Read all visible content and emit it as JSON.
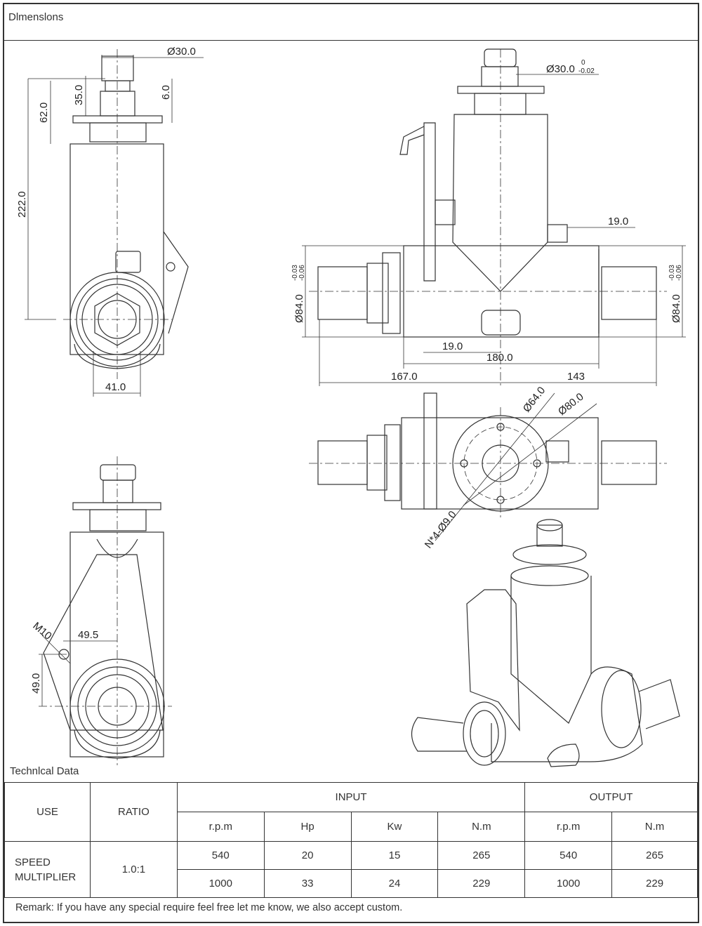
{
  "header": {
    "title": "Dlmenslons"
  },
  "dimensions": {
    "side_top_dia": "Ø30.0",
    "side_35": "35.0",
    "side_6": "6.0",
    "side_62": "62.0",
    "side_222": "222.0",
    "side_41": "41.0",
    "front_dia30": "Ø30.0",
    "front_dia30_tol_upper": "0",
    "front_dia30_tol_lower": "-0.02",
    "front_19_top": "19.0",
    "front_dia84_left": "Ø84.0",
    "front_dia84_right": "Ø84.0",
    "tol_upper": "-0.03",
    "tol_lower": "-0.06",
    "front_19_bottom": "19.0",
    "front_180": "180.0",
    "front_167": "167.0",
    "front_143": "143",
    "top_dia64": "Ø64.0",
    "top_dia80": "Ø80.0",
    "top_holes": "N*4-Ø9.0",
    "rear_m10": "M10",
    "rear_49_5": "49.5",
    "rear_49": "49.0"
  },
  "technical": {
    "title": "Technlcal Data",
    "headers": {
      "use": "USE",
      "ratio": "RATIO",
      "input": "INPUT",
      "output": "OUTPUT",
      "input_cols": [
        "r.p.m",
        "Hp",
        "Kw",
        "N.m"
      ],
      "output_cols": [
        "r.p.m",
        "N.m"
      ]
    },
    "use_value_line1": "SPEED",
    "use_value_line2": "MULTIPLIER",
    "ratio_value": "1.0:1",
    "rows": [
      {
        "in_rpm": "540",
        "hp": "20",
        "kw": "15",
        "in_nm": "265",
        "out_rpm": "540",
        "out_nm": "265"
      },
      {
        "in_rpm": "1000",
        "hp": "33",
        "kw": "24",
        "in_nm": "229",
        "out_rpm": "1000",
        "out_nm": "229"
      }
    ]
  },
  "remark": "Remark: If you have any special require feel free let me know, we also accept custom.",
  "colors": {
    "line": "#333333",
    "background": "#ffffff"
  }
}
